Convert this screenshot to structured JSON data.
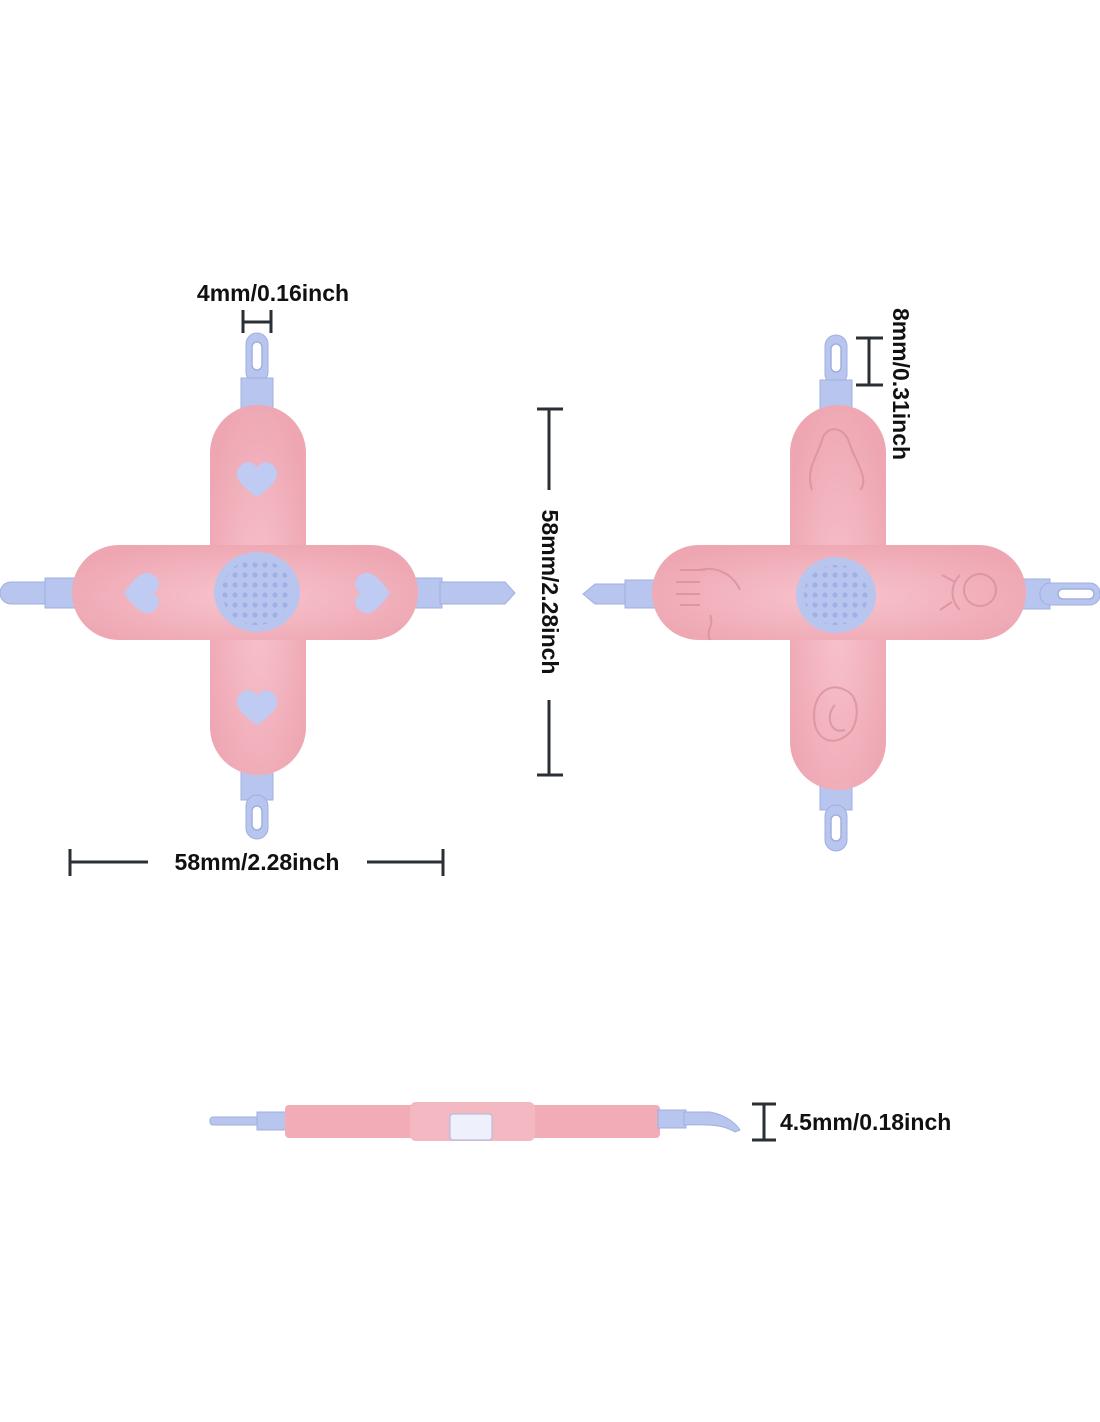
{
  "labels": {
    "tip_width": "4mm/0.16inch",
    "tip_length": "8mm/0.31inch",
    "height": "58mm/2.28inch",
    "width": "58mm/2.28inch",
    "thickness": "4.5mm/0.18inch"
  },
  "colors": {
    "body_pink": "#f2b3bf",
    "accent_blue": "#b8c5ee",
    "dimension_line": "#2a2f36"
  }
}
